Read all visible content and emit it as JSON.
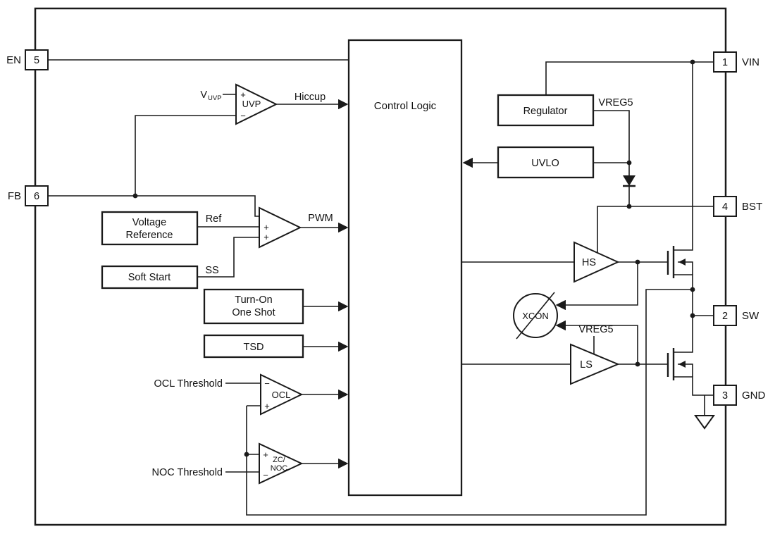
{
  "diagram": {
    "pins": {
      "en": {
        "name": "EN",
        "number": "5"
      },
      "fb": {
        "name": "FB",
        "number": "6"
      },
      "vin": {
        "name": "VIN",
        "number": "1"
      },
      "bst": {
        "name": "BST",
        "number": "4"
      },
      "sw": {
        "name": "SW",
        "number": "2"
      },
      "gnd": {
        "name": "GND",
        "number": "3"
      }
    },
    "blocks": {
      "control_logic": "Control Logic",
      "regulator": "Regulator",
      "uvlo": "UVLO",
      "voltage_reference": {
        "line1": "Voltage",
        "line2": "Reference"
      },
      "soft_start": "Soft Start",
      "turn_on_one_shot": {
        "line1": "Turn-On",
        "line2": "One Shot"
      },
      "tsd": "TSD",
      "uvp": "UVP",
      "ocl": "OCL",
      "zc_noc": {
        "line1": "ZC/",
        "line2": "NOC"
      },
      "hs_driver": "HS",
      "ls_driver": "LS",
      "xcon": "XCON"
    },
    "signals": {
      "vuvp": {
        "base": "V",
        "sub": "UVP"
      },
      "hiccup": "Hiccup",
      "ref": "Ref",
      "ss": "SS",
      "pwm": "PWM",
      "vreg5": "VREG5",
      "vreg5_ls": "VREG5",
      "ocl_threshold": "OCL Threshold",
      "noc_threshold": "NOC Threshold"
    },
    "signs": {
      "plus": "+",
      "minus": "−"
    },
    "colors": {
      "line": "#1a1a1a",
      "background": "#ffffff"
    }
  }
}
